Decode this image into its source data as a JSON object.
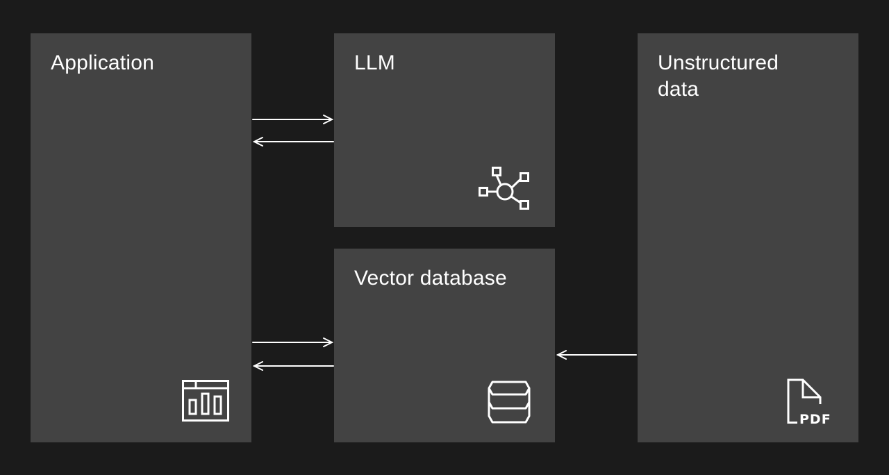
{
  "diagram": {
    "nodes": [
      {
        "id": "application",
        "label": "Application",
        "icon": "dashboard-chart-icon"
      },
      {
        "id": "llm",
        "label": "LLM",
        "icon": "network-graph-icon"
      },
      {
        "id": "vector_database",
        "label": "Vector database",
        "icon": "database-icon"
      },
      {
        "id": "unstructured_data",
        "label": "Unstructured\ndata",
        "icon": "pdf-document-icon"
      }
    ],
    "edges": [
      {
        "from": "application",
        "to": "llm"
      },
      {
        "from": "llm",
        "to": "application"
      },
      {
        "from": "application",
        "to": "vector_database"
      },
      {
        "from": "vector_database",
        "to": "application"
      },
      {
        "from": "unstructured_data",
        "to": "vector_database"
      }
    ],
    "pdf_icon_text": "PDF"
  },
  "colors": {
    "background": "#1b1b1b",
    "box": "#434343",
    "text": "#ffffff",
    "line": "#ffffff"
  }
}
